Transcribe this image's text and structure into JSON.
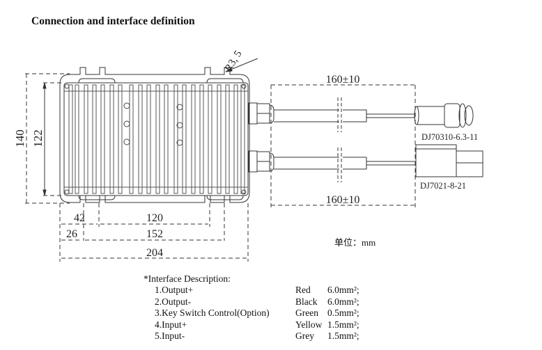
{
  "title": "Connection and interface definition",
  "drawing": {
    "radius_label": "R3, 5",
    "dim_height_outer": "140",
    "dim_height_inner": "122",
    "dim_42": "42",
    "dim_120": "120",
    "dim_26": "26",
    "dim_152": "152",
    "dim_204": "204",
    "cable_top_length": "160±10",
    "cable_bottom_length": "160±10",
    "connector_top_model": "DJ70310-6.3-11",
    "connector_bottom_model": "DJ7021-8-21"
  },
  "unit_label": "单位：mm",
  "interface": {
    "heading": "*Interface Description:",
    "rows": [
      {
        "name": "1.Output+",
        "color": "Red",
        "size": "6.0mm²;"
      },
      {
        "name": "2.Output-",
        "color": "Black",
        "size": "6.0mm²;"
      },
      {
        "name": "3.Key Switch Control(Option)",
        "color": "Green",
        "size": "0.5mm²;"
      },
      {
        "name": "4.Input+",
        "color": "Yellow",
        "size": "1.5mm²;"
      },
      {
        "name": "5.Input-",
        "color": "Grey",
        "size": "1.5mm²;"
      }
    ]
  },
  "colors": {
    "line": "#333333",
    "background": "#ffffff"
  }
}
